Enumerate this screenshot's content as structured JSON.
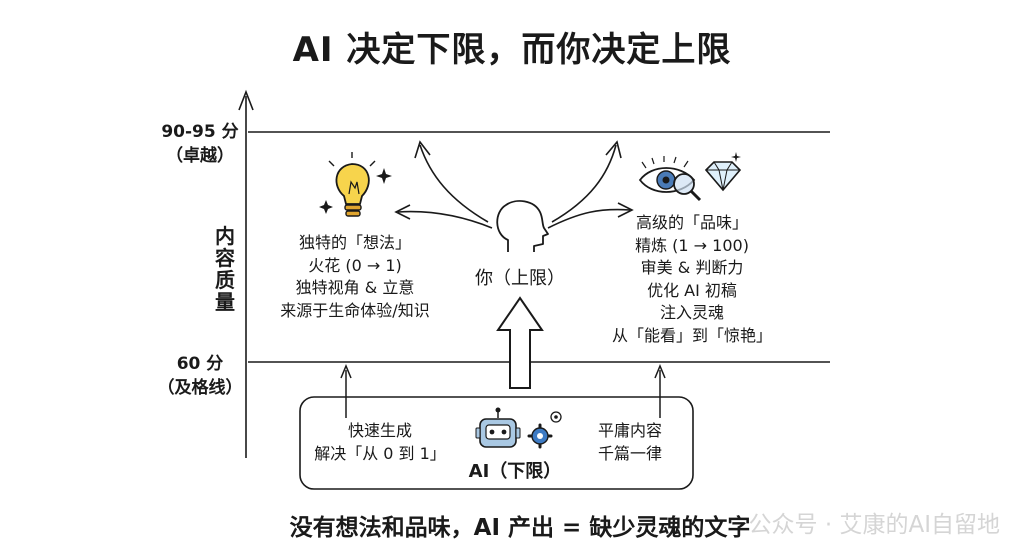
{
  "title": "AI 决定下限，而你决定上限",
  "footer": "没有想法和品味，AI 产出 = 缺少灵魂的文字",
  "watermark": "公众号 · 艾康的AI自留地",
  "axis": {
    "label_chars": [
      "内",
      "容",
      "质",
      "量"
    ],
    "top_level": {
      "score": "90-95 分",
      "desc": "（卓越）"
    },
    "bottom_level": {
      "score": "60 分",
      "desc": "（及格线）"
    }
  },
  "ideas": {
    "lines": [
      "独特的「想法」",
      "火花 (0 → 1)",
      "独特视角 & 立意",
      "来源于生命体验/知识"
    ],
    "icon": "lightbulb-icon"
  },
  "taste": {
    "lines": [
      "高级的「品味」",
      "精炼 (1 → 100)",
      "审美 & 判断力",
      "优化 AI 初稿",
      "注入灵魂",
      "从「能看」到「惊艳」"
    ],
    "icon": "eye-diamond-icon"
  },
  "you": {
    "label": "你（上限）",
    "icon": "human-head-icon"
  },
  "ai_box": {
    "label": "AI（下限）",
    "left_lines": [
      "快速生成",
      "解决「从 0 到 1」"
    ],
    "right_lines": [
      "平庸内容",
      "千篇一律"
    ],
    "icon": "robot-gear-icon"
  }
}
